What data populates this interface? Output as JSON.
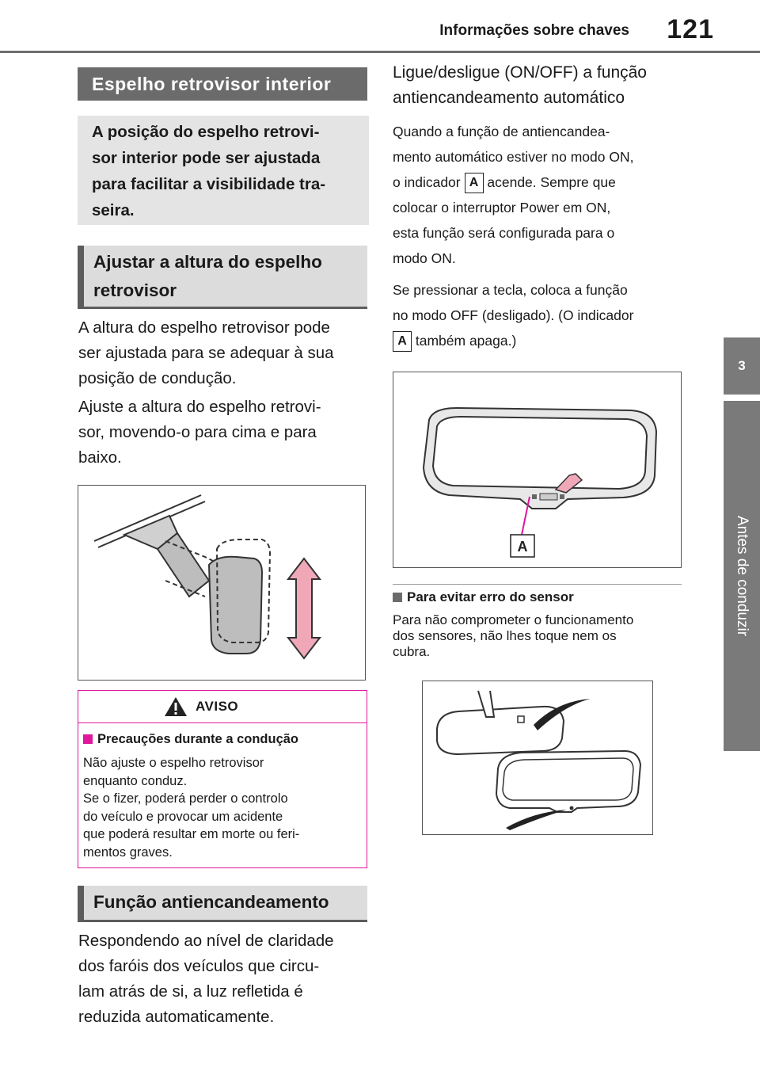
{
  "header": {
    "title": "Informações sobre chaves",
    "page_number": "121"
  },
  "side_tab": {
    "chapter_number": "3",
    "chapter_title": "Antes de conduzir"
  },
  "left": {
    "section1_title": "Espelho retrovisor interior",
    "intro": [
      "A posição do espelho retrovi-",
      "sor interior pode ser ajustada",
      "para facilitar a visibilidade tra-",
      "seira."
    ],
    "section2_title": [
      "Ajustar a altura do espelho",
      "retrovisor"
    ],
    "para1": [
      "A altura do espelho retrovisor pode",
      "ser ajustada para se adequar à sua",
      "posição de condução."
    ],
    "para2": [
      "Ajuste a altura do espelho retrovi-",
      "sor, movendo-o para cima e para",
      "baixo."
    ],
    "warning": {
      "title": "AVISO",
      "subtitle": "Precauções durante a condução",
      "body": [
        "Não ajuste o espelho retrovisor",
        "enquanto conduz.",
        "Se o fizer, poderá perder o controlo",
        "do veículo e provocar um acidente",
        "que poderá resultar em morte ou feri-",
        "mentos graves."
      ]
    },
    "section3_title": "Função antiencandeamento",
    "para3": [
      "Respondendo ao nível de claridade",
      "dos faróis dos veículos que circu-",
      "lam atrás de si, a luz refletida é",
      "reduzida automaticamente."
    ]
  },
  "right": {
    "heading": [
      "Ligue/desligue (ON/OFF) a função",
      "antiencandeamento automático"
    ],
    "p1_lines": [
      "Quando a função de antiencandea-",
      "mento automático estiver no modo ON,"
    ],
    "p1_before": "o indicador",
    "p1_after": "acende. Sempre que",
    "p1_rest": [
      "colocar o interruptor Power em ON,",
      "esta função será configurada para o",
      "modo ON."
    ],
    "p2_lines": [
      "Se pressionar a tecla, coloca a função",
      "no modo OFF (desligado). (O indicador"
    ],
    "p2_after": "também apaga.)",
    "label_a": "A",
    "note_title": "Para evitar erro do sensor",
    "note_body": [
      "Para não comprometer o funcionamento",
      "dos sensores, não lhes toque nem os",
      "cubra."
    ]
  },
  "colors": {
    "accent_pink": "#e0169b",
    "dark_grey": "#6b6b6b",
    "arrow_pink": "#f0a8b8"
  },
  "icons": [
    "warning-triangle-icon",
    "up-down-arrow-icon"
  ]
}
